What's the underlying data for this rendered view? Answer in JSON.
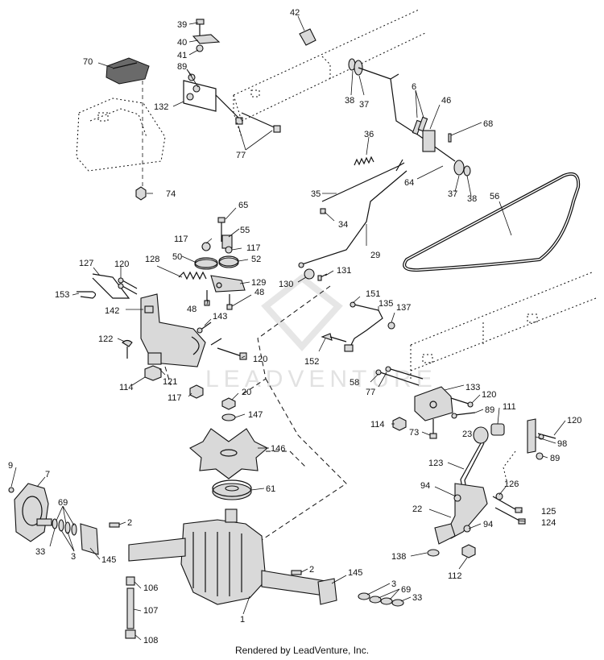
{
  "footer": "Rendered by LeadVenture, Inc.",
  "watermark": "LEADVENTURE",
  "colors": {
    "ink": "#111111",
    "part_fill": "#d9d9d9",
    "watermark": "#e2e2e2"
  },
  "callouts": [
    {
      "id": "c-39",
      "text": "39"
    },
    {
      "id": "c-40",
      "text": "40"
    },
    {
      "id": "c-41",
      "text": "41"
    },
    {
      "id": "c-42",
      "text": "42"
    },
    {
      "id": "c-70",
      "text": "70"
    },
    {
      "id": "c-89a",
      "text": "89"
    },
    {
      "id": "c-132",
      "text": "132"
    },
    {
      "id": "c-77a",
      "text": "77"
    },
    {
      "id": "c-38a",
      "text": "38"
    },
    {
      "id": "c-37a",
      "text": "37"
    },
    {
      "id": "c-6",
      "text": "6"
    },
    {
      "id": "c-46",
      "text": "46"
    },
    {
      "id": "c-68",
      "text": "68"
    },
    {
      "id": "c-36",
      "text": "36"
    },
    {
      "id": "c-74",
      "text": "74"
    },
    {
      "id": "c-64",
      "text": "64"
    },
    {
      "id": "c-37b",
      "text": "37"
    },
    {
      "id": "c-38b",
      "text": "38"
    },
    {
      "id": "c-56",
      "text": "56"
    },
    {
      "id": "c-35",
      "text": "35"
    },
    {
      "id": "c-34",
      "text": "34"
    },
    {
      "id": "c-65",
      "text": "65"
    },
    {
      "id": "c-117a",
      "text": "117"
    },
    {
      "id": "c-55",
      "text": "55"
    },
    {
      "id": "c-117b",
      "text": "117"
    },
    {
      "id": "c-50",
      "text": "50"
    },
    {
      "id": "c-52",
      "text": "52"
    },
    {
      "id": "c-29",
      "text": "29"
    },
    {
      "id": "c-127",
      "text": "127"
    },
    {
      "id": "c-120a",
      "text": "120"
    },
    {
      "id": "c-128",
      "text": "128"
    },
    {
      "id": "c-131",
      "text": "131"
    },
    {
      "id": "c-130",
      "text": "130"
    },
    {
      "id": "c-129",
      "text": "129"
    },
    {
      "id": "c-153",
      "text": "153"
    },
    {
      "id": "c-142",
      "text": "142"
    },
    {
      "id": "c-48a",
      "text": "48"
    },
    {
      "id": "c-48b",
      "text": "48"
    },
    {
      "id": "c-151",
      "text": "151"
    },
    {
      "id": "c-135",
      "text": "135"
    },
    {
      "id": "c-137",
      "text": "137"
    },
    {
      "id": "c-143",
      "text": "143"
    },
    {
      "id": "c-122",
      "text": "122"
    },
    {
      "id": "c-120b",
      "text": "120"
    },
    {
      "id": "c-152",
      "text": "152"
    },
    {
      "id": "c-121",
      "text": "121"
    },
    {
      "id": "c-114a",
      "text": "114"
    },
    {
      "id": "c-58",
      "text": "58"
    },
    {
      "id": "c-77b",
      "text": "77"
    },
    {
      "id": "c-133",
      "text": "133"
    },
    {
      "id": "c-117c",
      "text": "117"
    },
    {
      "id": "c-20",
      "text": "20"
    },
    {
      "id": "c-120c",
      "text": "120"
    },
    {
      "id": "c-147",
      "text": "147"
    },
    {
      "id": "c-89b",
      "text": "89"
    },
    {
      "id": "c-111",
      "text": "111"
    },
    {
      "id": "c-114b",
      "text": "114"
    },
    {
      "id": "c-73",
      "text": "73"
    },
    {
      "id": "c-120d",
      "text": "120"
    },
    {
      "id": "c-23",
      "text": "23"
    },
    {
      "id": "c-98",
      "text": "98"
    },
    {
      "id": "c-146",
      "text": "146"
    },
    {
      "id": "c-89c",
      "text": "89"
    },
    {
      "id": "c-123",
      "text": "123"
    },
    {
      "id": "c-9",
      "text": "9"
    },
    {
      "id": "c-7",
      "text": "7"
    },
    {
      "id": "c-94a",
      "text": "94"
    },
    {
      "id": "c-61",
      "text": "61"
    },
    {
      "id": "c-126",
      "text": "126"
    },
    {
      "id": "c-69a",
      "text": "69"
    },
    {
      "id": "c-22",
      "text": "22"
    },
    {
      "id": "c-125",
      "text": "125"
    },
    {
      "id": "c-2a",
      "text": "2"
    },
    {
      "id": "c-124",
      "text": "124"
    },
    {
      "id": "c-94b",
      "text": "94"
    },
    {
      "id": "c-33a",
      "text": "33"
    },
    {
      "id": "c-3a",
      "text": "3"
    },
    {
      "id": "c-145a",
      "text": "145"
    },
    {
      "id": "c-138",
      "text": "138"
    },
    {
      "id": "c-112",
      "text": "112"
    },
    {
      "id": "c-2b",
      "text": "2"
    },
    {
      "id": "c-145b",
      "text": "145"
    },
    {
      "id": "c-106",
      "text": "106"
    },
    {
      "id": "c-3b",
      "text": "3"
    },
    {
      "id": "c-69b",
      "text": "69"
    },
    {
      "id": "c-33b",
      "text": "33"
    },
    {
      "id": "c-107",
      "text": "107"
    },
    {
      "id": "c-1",
      "text": "1"
    },
    {
      "id": "c-108",
      "text": "108"
    }
  ]
}
